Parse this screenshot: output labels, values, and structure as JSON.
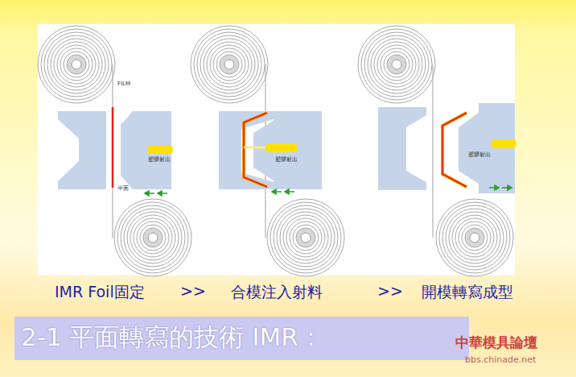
{
  "diagram": {
    "title": "2-1 平面轉寫的技術 IMR：",
    "labels": [
      "FILM",
      "塑膠射出",
      "平面",
      "塑膠射出",
      "塑膠射出",
      "IMR Foil固定",
      ">>",
      "合模注入射料",
      ">>",
      "開模轉寫成型",
      "中華模具論壇",
      "bbs.chinade.net"
    ]
  }
}
